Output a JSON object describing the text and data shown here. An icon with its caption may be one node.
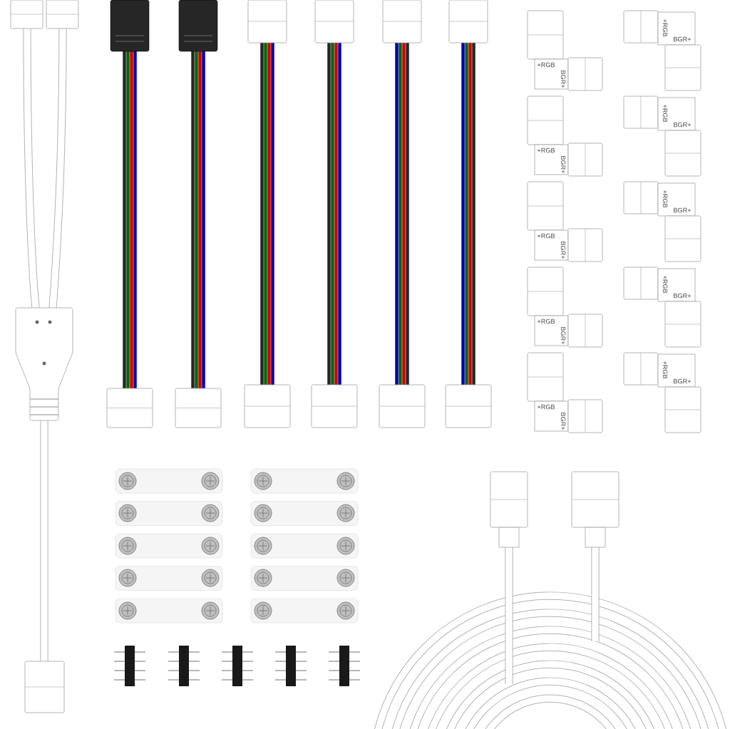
{
  "diagram": {
    "labels": [
      "+RGB",
      "BGR+",
      "+RGB",
      "BGR+",
      "+RGB",
      "BGR+",
      "+RGB",
      "BGR+",
      "+RGB",
      "BGR+",
      "+RGB",
      "BGR+",
      "+RGB",
      "BGR+",
      "+RGB",
      "BGR+",
      "+RGB",
      "BGR+",
      "+RGB",
      "BGR+"
    ]
  }
}
